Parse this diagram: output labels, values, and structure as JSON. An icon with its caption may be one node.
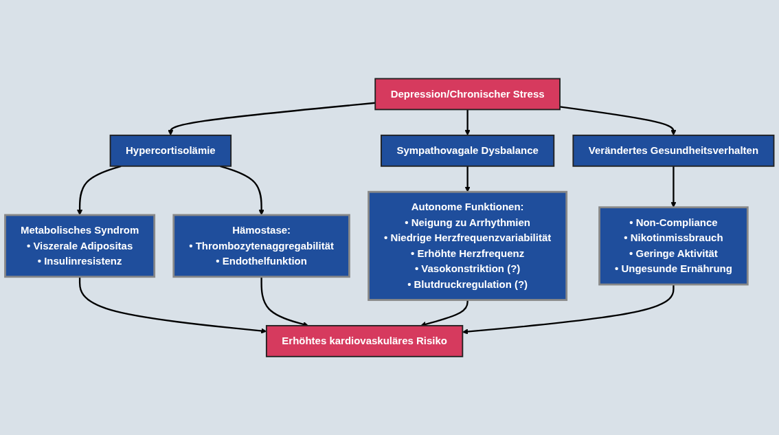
{
  "diagram": {
    "nodes": [
      {
        "text": [
          "Depression/Chronischer Stress"
        ]
      },
      {
        "text": [
          "Hypercortisolämie"
        ]
      },
      {
        "text": [
          "Sympathovagale Dysbalance"
        ]
      },
      {
        "text": [
          "Verändertes Gesundheitsverhalten"
        ]
      },
      {
        "text": [
          "Metabolisches Syndrom",
          "• Viszerale Adipositas",
          "• Insulinresistenz"
        ]
      },
      {
        "text": [
          "Hämostase:",
          "• Thrombozytenaggregabilität",
          "• Endothelfunktion"
        ]
      },
      {
        "text": [
          "Autonome Funktionen:",
          "• Neigung zu Arrhythmien",
          "• Niedrige Herzfrequenzvariabilität",
          "• Erhöhte Herzfrequenz",
          "• Vasokonstriktion (?)",
          "• Blutdruckregulation (?)"
        ]
      },
      {
        "text": [
          "• Non-Compliance",
          "• Nikotinmissbrauch",
          "• Geringe Aktivität",
          "• Ungesunde Ernährung"
        ]
      },
      {
        "text": [
          "Erhöhtes kardiovaskuläres Risiko"
        ]
      }
    ],
    "edges": [
      {
        "from": 0,
        "to": 1,
        "arrow": "to"
      },
      {
        "from": 0,
        "to": 2,
        "arrow": "to"
      },
      {
        "from": 0,
        "to": 3,
        "arrow": "to"
      },
      {
        "from": 1,
        "to": 4,
        "arrow": "to"
      },
      {
        "from": 1,
        "to": 5,
        "arrow": "to"
      },
      {
        "from": 2,
        "to": 6,
        "arrow": "to"
      },
      {
        "from": 3,
        "to": 7,
        "arrow": "to"
      },
      {
        "from": 4,
        "to": 8,
        "arrow": "to"
      },
      {
        "from": 5,
        "to": 8,
        "arrow": "to"
      },
      {
        "from": 6,
        "to": 8,
        "arrow": "to"
      },
      {
        "from": 7,
        "to": 8,
        "arrow": "to"
      }
    ]
  }
}
